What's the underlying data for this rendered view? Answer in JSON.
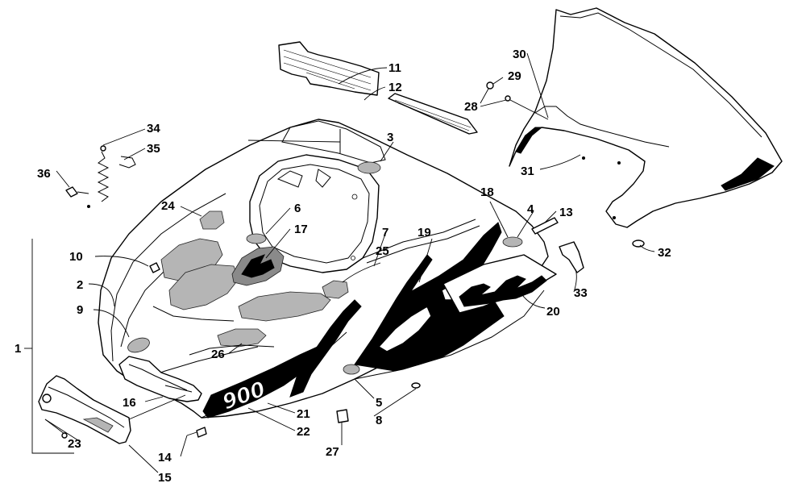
{
  "diagram": {
    "decal_number": "900",
    "labels": [
      {
        "id": "1",
        "text": "1"
      },
      {
        "id": "2",
        "text": "2"
      },
      {
        "id": "3",
        "text": "3"
      },
      {
        "id": "4",
        "text": "4"
      },
      {
        "id": "5",
        "text": "5"
      },
      {
        "id": "6",
        "text": "6"
      },
      {
        "id": "7",
        "text": "7"
      },
      {
        "id": "8",
        "text": "8"
      },
      {
        "id": "9",
        "text": "9"
      },
      {
        "id": "10",
        "text": "10"
      },
      {
        "id": "11",
        "text": "11"
      },
      {
        "id": "12",
        "text": "12"
      },
      {
        "id": "13",
        "text": "13"
      },
      {
        "id": "14",
        "text": "14"
      },
      {
        "id": "15",
        "text": "15"
      },
      {
        "id": "16",
        "text": "16"
      },
      {
        "id": "17",
        "text": "17"
      },
      {
        "id": "18",
        "text": "18"
      },
      {
        "id": "19",
        "text": "19"
      },
      {
        "id": "20",
        "text": "20"
      },
      {
        "id": "21",
        "text": "21"
      },
      {
        "id": "22",
        "text": "22"
      },
      {
        "id": "23",
        "text": "23"
      },
      {
        "id": "24",
        "text": "24"
      },
      {
        "id": "25",
        "text": "25"
      },
      {
        "id": "26",
        "text": "26"
      },
      {
        "id": "27",
        "text": "27"
      },
      {
        "id": "28",
        "text": "28"
      },
      {
        "id": "29",
        "text": "29"
      },
      {
        "id": "30",
        "text": "30"
      },
      {
        "id": "31",
        "text": "31"
      },
      {
        "id": "32",
        "text": "32"
      },
      {
        "id": "33",
        "text": "33"
      },
      {
        "id": "34",
        "text": "34"
      },
      {
        "id": "35",
        "text": "35"
      },
      {
        "id": "36",
        "text": "36"
      }
    ]
  }
}
